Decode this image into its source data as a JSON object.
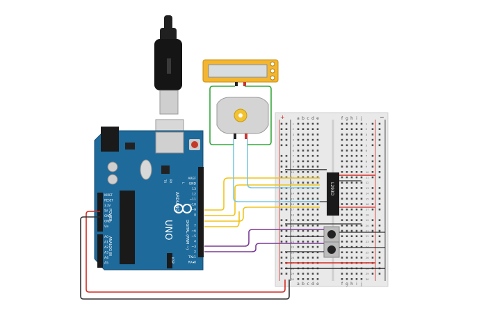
{
  "arduino": {
    "brand": "ARDUINO",
    "model": "UNO",
    "left_header_label": "POWER",
    "analog_header_label": "ANALOG IN",
    "digital_header_label": "DIGITAL (PWM ~)",
    "power_pins": [
      "IOREF",
      "RESET",
      "3.3V",
      "5V",
      "GND",
      "GND",
      "Vin"
    ],
    "analog_pins": [
      "A0",
      "A1",
      "A2",
      "A3",
      "A4",
      "A5"
    ],
    "top_pins": [
      "AREF",
      "GND",
      "13",
      "12",
      "~11",
      "~10",
      "~9",
      "8"
    ],
    "bottom_pins": [
      "7",
      "~6",
      "~5",
      "4",
      "~3",
      "2",
      "TX▸1",
      "RX◂0"
    ],
    "led_labels": [
      "TX",
      "RX"
    ],
    "led_l_label": "L",
    "icsp_label": "ICSP"
  },
  "breadboard": {
    "col_letters_left": [
      "a",
      "b",
      "c",
      "d",
      "e"
    ],
    "col_letters_right": [
      "f",
      "g",
      "h",
      "i",
      "j"
    ],
    "row_numbers": [
      "1",
      "2",
      "3",
      "4",
      "5",
      "6",
      "7",
      "8",
      "9",
      "10",
      "11",
      "12",
      "13",
      "14",
      "15",
      "16",
      "17",
      "18",
      "19",
      "20",
      "21",
      "22",
      "23",
      "24",
      "25",
      "26",
      "27",
      "28",
      "29",
      "30"
    ],
    "rail_plus": "+",
    "rail_minus": "−"
  },
  "ic": {
    "label": "L293D"
  },
  "colors": {
    "board": "#1e6a9b",
    "wire_red": "#d42a22",
    "wire_black": "#303030",
    "wire_yellow": "#f0c419",
    "wire_cyan": "#7ec8e0",
    "wire_purple": "#7b3a96",
    "wire_green": "#35a83a",
    "lcd_frame": "#f2b632"
  }
}
